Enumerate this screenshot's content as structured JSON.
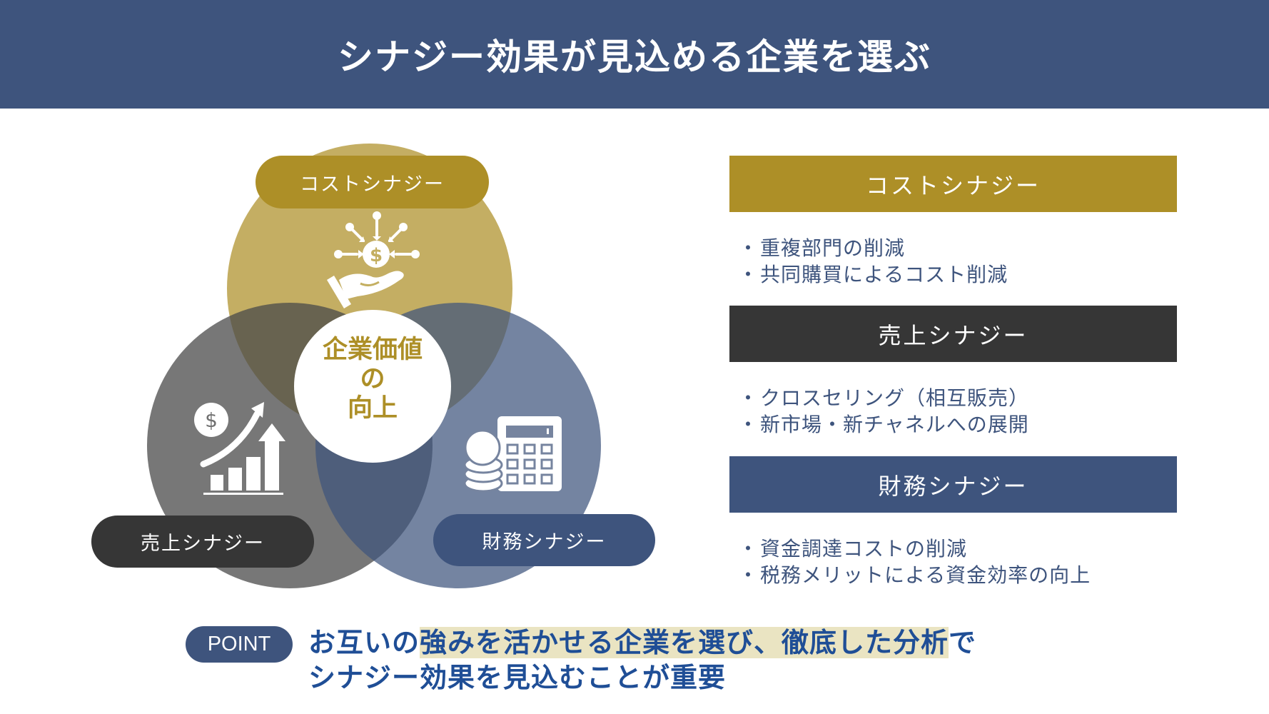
{
  "header": {
    "title": "シナジー効果が見込める企業を選ぶ"
  },
  "colors": {
    "navy": "#3E547D",
    "gold": "#AD8F27",
    "dark": "#363636",
    "point_text": "#1F4E96",
    "highlight": "#EAE4C2"
  },
  "venn": {
    "center_lines": [
      "企業価値",
      "の",
      "向上"
    ],
    "circles": [
      {
        "label": "コストシナジー",
        "icon": "hand-coin-icon"
      },
      {
        "label": "売上シナジー",
        "icon": "growth-chart-icon"
      },
      {
        "label": "財務シナジー",
        "icon": "calculator-coins-icon"
      }
    ]
  },
  "panels": [
    {
      "title": "コストシナジー",
      "items": [
        "重複部門の削減",
        "共同購買によるコスト削減"
      ]
    },
    {
      "title": "売上シナジー",
      "items": [
        "クロスセリング（相互販売）",
        "新市場・新チャネルへの展開"
      ]
    },
    {
      "title": "財務シナジー",
      "items": [
        "資金調達コストの削減",
        "税務メリットによる資金効率の向上"
      ]
    }
  ],
  "point": {
    "badge": "POINT",
    "line1_pre": "お互いの",
    "line1_highlight": "強みを活かせる企業を選び、徹底した分析",
    "line1_post": "で",
    "line2": "シナジー効果を見込むことが重要"
  }
}
